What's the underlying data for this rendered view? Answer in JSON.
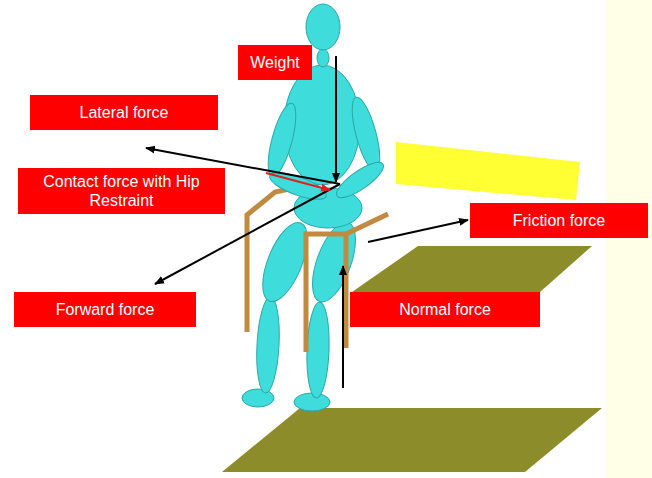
{
  "diagram": {
    "nodes": [
      {
        "text": [
          "Weight"
        ]
      },
      {
        "text": [
          "Lateral force"
        ]
      },
      {
        "text": [
          "Contact force with Hip Restraint"
        ]
      },
      {
        "text": [
          "Friction force"
        ]
      },
      {
        "text": [
          "Forward force"
        ]
      },
      {
        "text": [
          "Normal force"
        ]
      }
    ]
  }
}
